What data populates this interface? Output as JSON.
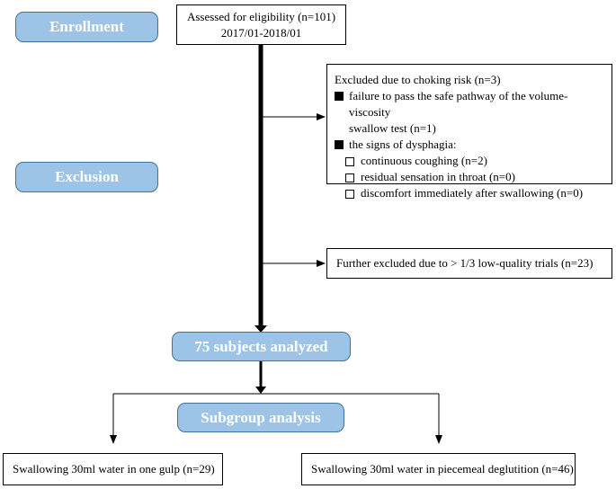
{
  "stages": {
    "enrollment": "Enrollment",
    "exclusion": "Exclusion"
  },
  "assessed": {
    "line1": "Assessed for eligibility (n=101)",
    "line2": "2017/01-2018/01"
  },
  "excluded_choking": {
    "title": "Excluded due to choking risk (n=3)",
    "bullet1_line1": "failure to pass the safe pathway of the volume-viscosity",
    "bullet1_line2": "swallow test (n=1)",
    "bullet2": "the signs of dysphagia:",
    "sub1": "continuous coughing (n=2)",
    "sub2": "residual sensation in throat (n=0)",
    "sub3": "discomfort immediately after swallowing (n=0)"
  },
  "further_excluded": "Further excluded due to > 1/3 low-quality trials (n=23)",
  "analyzed": "75 subjects analyzed",
  "subgroup": "Subgroup analysis",
  "group_one_gulp": "Swallowing 30ml water in one gulp (n=29)",
  "group_piecemeal": "Swallowing 30ml water in piecemeal deglutition (n=46)",
  "colors": {
    "label_fill": "#9DC3E6",
    "label_border": "#41719C"
  }
}
